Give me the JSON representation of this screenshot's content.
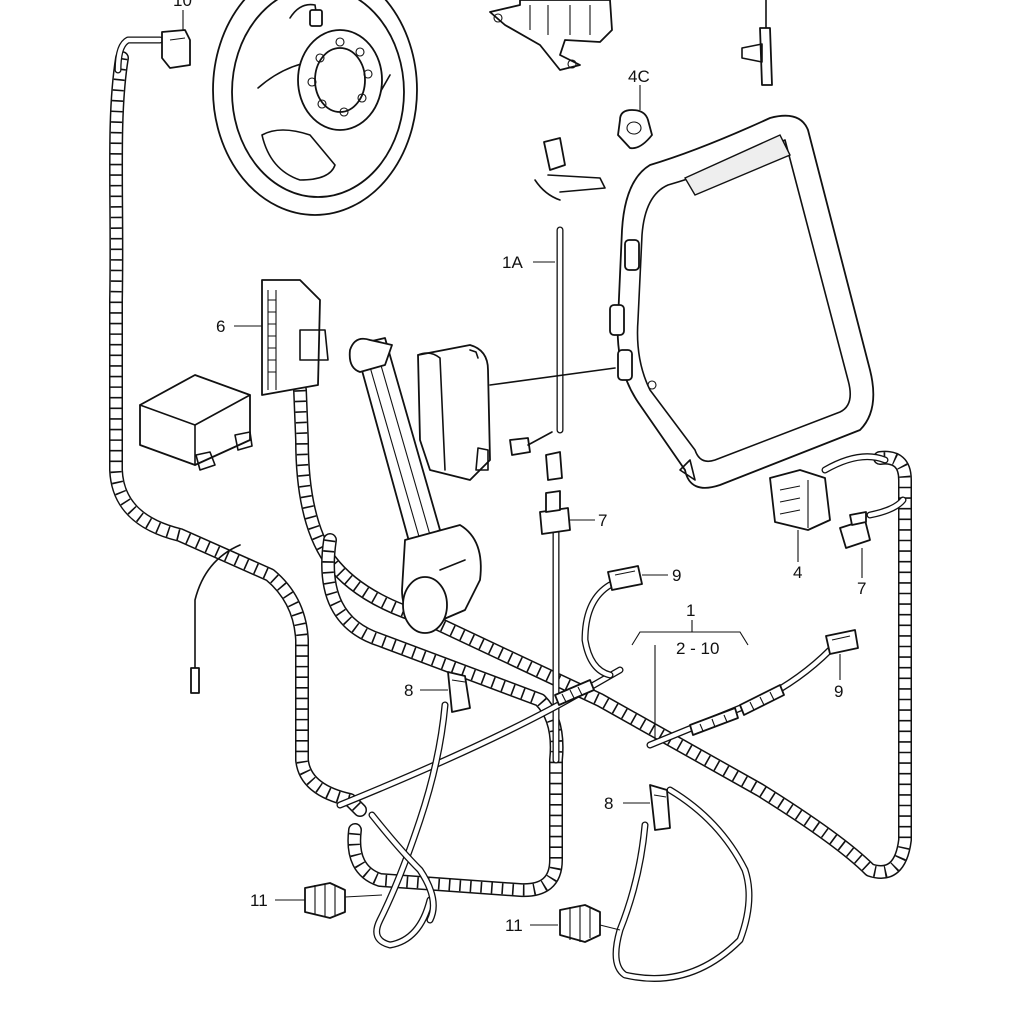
{
  "callouts": {
    "c10": "10",
    "c4c": "4C",
    "c1a": "1A",
    "c6": "6",
    "c7a": "7",
    "c4": "4",
    "c7b": "7",
    "c9a": "9",
    "c1": "1",
    "c2_10": "2 - 10",
    "c9b": "9",
    "c8a": "8",
    "c8b": "8",
    "c11a": "11",
    "c11b": "11"
  }
}
